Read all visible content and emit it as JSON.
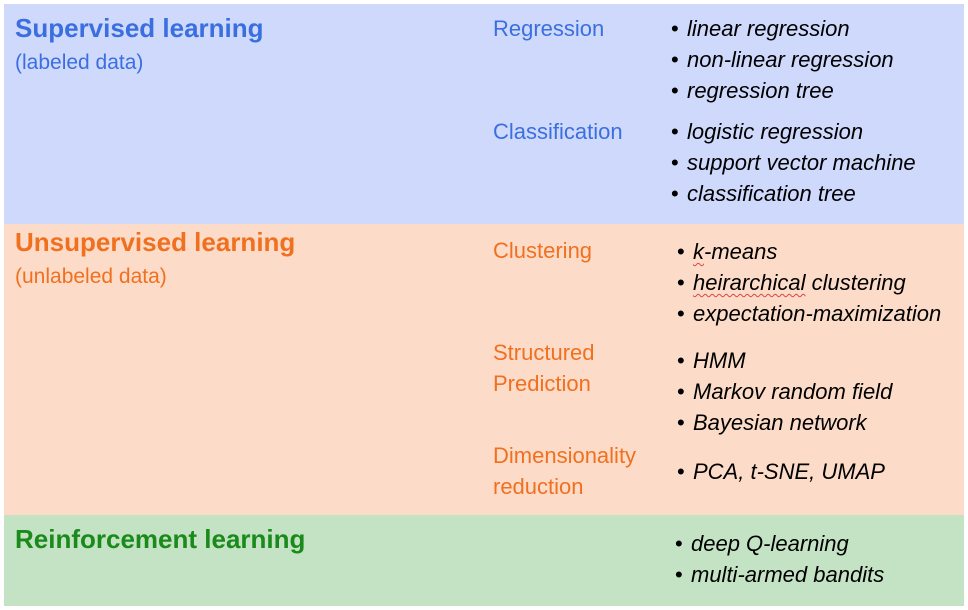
{
  "colors": {
    "supervised": "#3b6fe0",
    "unsupervised": "#f07020",
    "reinforcement": "#1a8a1a",
    "supervised_band": "#cfd9fb",
    "unsupervised_band": "#fcdcc8",
    "reinforcement_band": "#c4e3c5"
  },
  "bullet": "•",
  "supervised": {
    "title": "Supervised learning",
    "subtitle": "(labeled data)",
    "regression": {
      "label": "Regression",
      "items": [
        "linear regression",
        "non-linear regression",
        "regression tree"
      ]
    },
    "classification": {
      "label": "Classification",
      "items": [
        "logistic regression",
        "support vector machine",
        "classification tree"
      ]
    }
  },
  "unsupervised": {
    "title": "Unsupervised learning",
    "subtitle": "(unlabeled data)",
    "clustering": {
      "label": "Clustering",
      "item1_a": "k",
      "item1_b": "-means",
      "item2_a": "heirarchical",
      "item2_b": " clustering",
      "item3": "expectation-maximization"
    },
    "structured": {
      "label_line1": "Structured",
      "label_line2": "Prediction",
      "items": [
        "HMM",
        "Markov random field",
        "Bayesian network"
      ]
    },
    "dimensionality": {
      "label_line1": "Dimensionality",
      "label_line2": "reduction",
      "items": [
        "PCA, t-SNE, UMAP"
      ]
    }
  },
  "reinforcement": {
    "title": "Reinforcement learning",
    "items": [
      "deep Q-learning",
      "multi-armed bandits"
    ]
  }
}
